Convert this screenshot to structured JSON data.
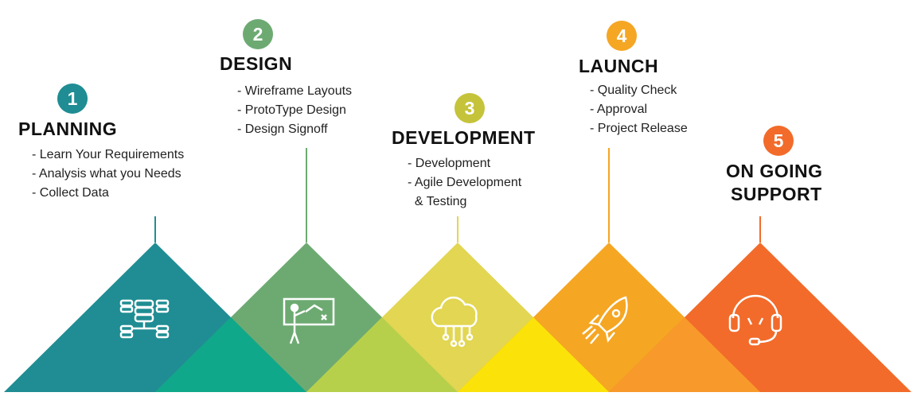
{
  "steps": [
    {
      "number": "1",
      "title": "PLANNING",
      "color": "#1f8d93",
      "items": [
        "- Learn Your Requirements",
        "- Analysis what you Needs",
        "- Collect Data"
      ],
      "icon": "database-network-icon"
    },
    {
      "number": "2",
      "title": "DESIGN",
      "color": "#6daa72",
      "items": [
        "- Wireframe Layouts",
        "- ProtoType Design",
        "- Design Signoff"
      ],
      "icon": "presentation-board-icon"
    },
    {
      "number": "3",
      "title": "DEVELOPMENT",
      "color": "#c5c33a",
      "items": [
        "- Development",
        "- Agile Development",
        "  & Testing"
      ],
      "icon": "cloud-circuit-icon"
    },
    {
      "number": "4",
      "title": "LAUNCH",
      "color": "#f5a623",
      "items": [
        "- Quality Check",
        "- Approval",
        "- Project Release"
      ],
      "icon": "rocket-icon"
    },
    {
      "number": "5",
      "title_line1": "ON GOING",
      "title_line2": "SUPPORT",
      "color": "#f26b2a",
      "items": [],
      "icon": "headset-icon"
    }
  ]
}
